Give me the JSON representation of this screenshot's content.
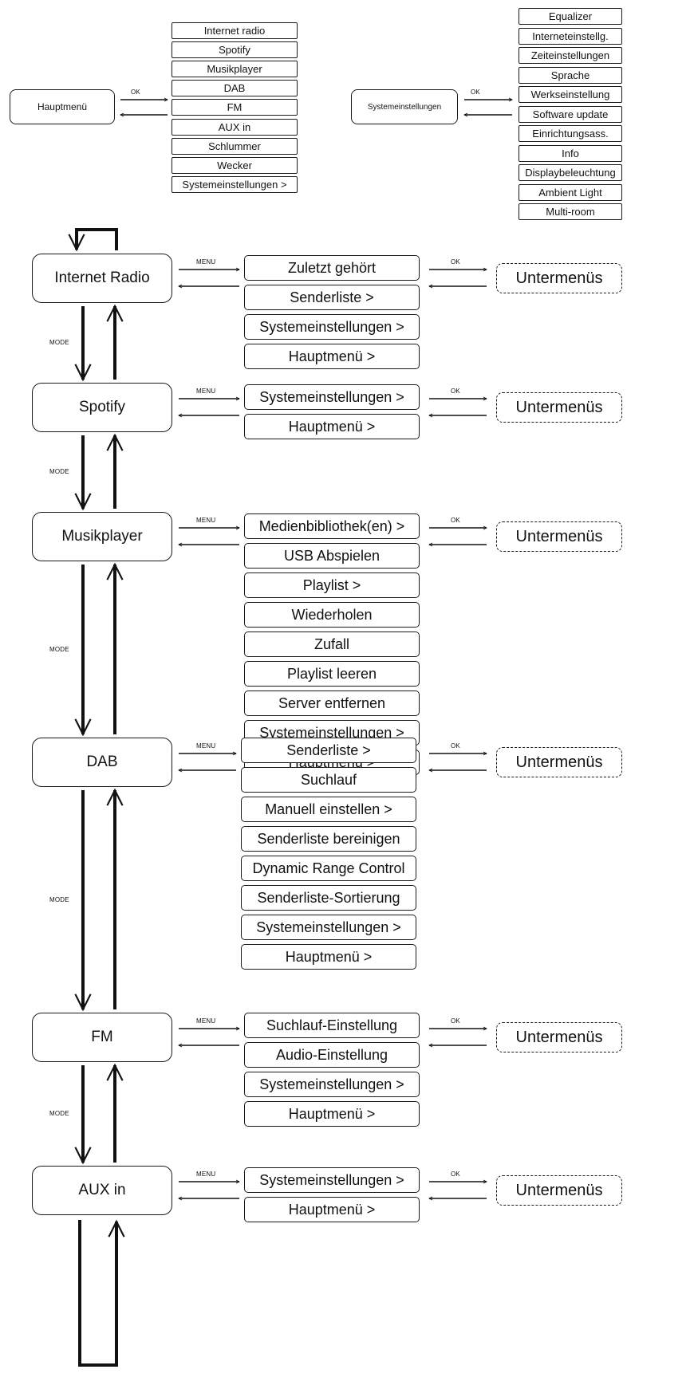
{
  "top": {
    "hauptmenu": {
      "label": "Hauptmenü",
      "ok_label": "OK",
      "items": [
        "Internet radio",
        "Spotify",
        "Musikplayer",
        "DAB",
        "FM",
        "AUX in",
        "Schlummer",
        "Wecker",
        "Systemeinstellungen >"
      ]
    },
    "systemeinstellungen": {
      "label": "Systemeinstellungen",
      "ok_label": "OK",
      "items": [
        "Equalizer",
        "Interneteinstellg.",
        "Zeiteinstellungen",
        "Sprache",
        "Werkseinstellung",
        "Software update",
        "Einrichtungsass.",
        "Info",
        "Displaybeleuchtung",
        "Ambient Light",
        "Multi-room"
      ]
    }
  },
  "mode_label": "MODE",
  "menu_label": "MENU",
  "ok_label": "OK",
  "submenu_label": "Untermenüs",
  "modes": [
    {
      "name": "Internet Radio",
      "items": [
        "Zuletzt gehört",
        "Senderliste >",
        "Systemeinstellungen >",
        "Hauptmenü >"
      ]
    },
    {
      "name": "Spotify",
      "items": [
        "Systemeinstellungen >",
        "Hauptmenü >"
      ]
    },
    {
      "name": "Musikplayer",
      "items": [
        "Medienbibliothek(en) >",
        "USB Abspielen",
        "Playlist >",
        "Wiederholen",
        "Zufall",
        "Playlist leeren",
        "Server entfernen",
        "Systemeinstellungen >",
        "Hauptmenü >"
      ]
    },
    {
      "name": "DAB",
      "items": [
        "Senderliste >",
        "Suchlauf",
        "Manuell einstellen >",
        "Senderliste bereinigen",
        "Dynamic Range Control",
        "Senderliste-Sortierung",
        "Systemeinstellungen >",
        "Hauptmenü >"
      ]
    },
    {
      "name": "FM",
      "items": [
        "Suchlauf-Einstellung",
        "Audio-Einstellung",
        "Systemeinstellungen >",
        "Hauptmenü >"
      ]
    },
    {
      "name": "AUX in",
      "items": [
        "Systemeinstellungen >",
        "Hauptmenü >"
      ]
    }
  ]
}
